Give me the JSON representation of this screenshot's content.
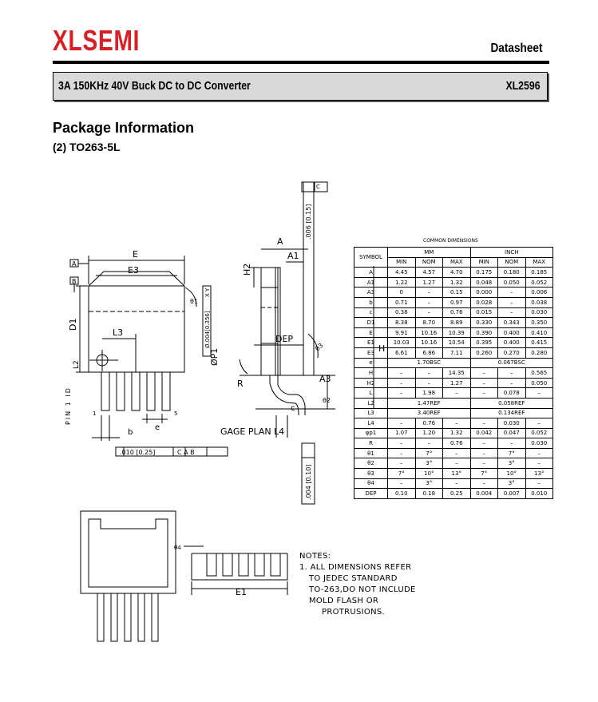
{
  "header": {
    "logo": "XLSEMI",
    "doc_type": "Datasheet",
    "title": "3A 150KHz 40V Buck DC to DC Converter",
    "part": "XL2596"
  },
  "section": {
    "title": "Package Information",
    "subtitle": "(2) TO263-5L"
  },
  "drawing_labels": {
    "E": "E",
    "E3": "E3",
    "A": "A",
    "A1": "A1",
    "A3": "A3",
    "H": "H",
    "H2": "H2",
    "D1": "D1",
    "L2": "L2",
    "L3": "L3",
    "L4": "L4",
    "E1": "E1",
    "b": "b",
    "e": "e",
    "c": "c",
    "R": "R",
    "DEP": "DEP",
    "phiP1": "ØP1",
    "theta1": "θ1",
    "theta2": "θ2",
    "theta3": "θ3",
    "theta4": "θ4",
    "datum_a": "A",
    "datum_b": "B",
    "datum_c": "C",
    "pin1": "PIN 1 ID",
    "gage_plane": "GAGE PLAN",
    "pin_num_1": "1",
    "pin_num_5": "5",
    "tol_top": ".006 [0.15]",
    "tol_bottom": ".004 [0.10]",
    "tol_phi": "Ø.004[0.356]",
    "tol_phi_ref": "X Y",
    "fcf_b": ".010 [0.25]",
    "fcf_b_refs": "C A B"
  },
  "table": {
    "caption": "COMMON DIMENSIONS",
    "symbol_header": "SYMBOL",
    "unit_mm": "MM",
    "unit_inch": "INCH",
    "col_headers": [
      "MIN",
      "NOM",
      "MAX",
      "MIN",
      "NOM",
      "MAX"
    ],
    "rows": [
      {
        "sym": "A",
        "vals": [
          "4.45",
          "4.57",
          "4.70",
          "0.175",
          "0.180",
          "0.185"
        ]
      },
      {
        "sym": "A1",
        "vals": [
          "1.22",
          "1.27",
          "1.32",
          "0.048",
          "0.050",
          "0.052"
        ]
      },
      {
        "sym": "A3",
        "vals": [
          "0",
          "–",
          "0.15",
          "0.000",
          "–",
          "0.006"
        ]
      },
      {
        "sym": "b",
        "vals": [
          "0.71",
          "–",
          "0.97",
          "0.028",
          "–",
          "0.038"
        ]
      },
      {
        "sym": "c",
        "vals": [
          "0.38",
          "–",
          "0.76",
          "0.015",
          "–",
          "0.030"
        ]
      },
      {
        "sym": "D1",
        "vals": [
          "8.38",
          "8.70",
          "8.89",
          "0.330",
          "0.343",
          "0.350"
        ]
      },
      {
        "sym": "E",
        "vals": [
          "9.91",
          "10.16",
          "10.39",
          "0.390",
          "0.400",
          "0.410"
        ]
      },
      {
        "sym": "E1",
        "vals": [
          "10.03",
          "10.16",
          "10.54",
          "0.395",
          "0.400",
          "0.415"
        ]
      },
      {
        "sym": "E3",
        "vals": [
          "6.61",
          "6.86",
          "7.11",
          "0.260",
          "0.270",
          "0.280"
        ]
      },
      {
        "sym": "e",
        "mm_span": "1.70BSC",
        "inch_span": "0.067BSC"
      },
      {
        "sym": "H",
        "vals": [
          "–",
          "–",
          "14.35",
          "–",
          "–",
          "0.565"
        ]
      },
      {
        "sym": "H2",
        "vals": [
          "–",
          "–",
          "1.27",
          "–",
          "–",
          "0.050"
        ]
      },
      {
        "sym": "L",
        "vals": [
          "–",
          "1.98",
          "–",
          "–",
          "0.078",
          "–"
        ]
      },
      {
        "sym": "L2",
        "mm_span": "1.47REF",
        "inch_span": "0.058REF"
      },
      {
        "sym": "L3",
        "mm_span": "3.40REF",
        "inch_span": "0.134REF"
      },
      {
        "sym": "L4",
        "vals": [
          "–",
          "0.76",
          "–",
          "–",
          "0.030",
          "–"
        ]
      },
      {
        "sym": "φp1",
        "vals": [
          "1.07",
          "1.20",
          "1.32",
          "0.042",
          "0.047",
          "0.052"
        ]
      },
      {
        "sym": "R",
        "vals": [
          "–",
          "–",
          "0.76",
          "–",
          "–",
          "0.030"
        ]
      },
      {
        "sym": "θ1",
        "vals": [
          "–",
          "7°",
          "–",
          "–",
          "7°",
          "–"
        ]
      },
      {
        "sym": "θ2",
        "vals": [
          "–",
          "3°",
          "–",
          "–",
          "3°",
          "–"
        ]
      },
      {
        "sym": "θ3",
        "vals": [
          "7°",
          "10°",
          "13°",
          "7°",
          "10°",
          "13°"
        ]
      },
      {
        "sym": "θ4",
        "vals": [
          "–",
          "3°",
          "–",
          "–",
          "3°",
          "–"
        ]
      },
      {
        "sym": "DEP",
        "vals": [
          "0.10",
          "0.18",
          "0.25",
          "0.004",
          "0.007",
          "0.010"
        ]
      }
    ]
  },
  "notes": [
    "NOTES:",
    "1. ALL DIMENSIONS REFER",
    "   TO JEDEC STANDARD",
    "   TO-263,DO NOT INCLUDE",
    "   MOLD FLASH OR",
    "      PROTRUSIONS."
  ],
  "colors": {
    "logo": "#d81f26",
    "banner_bg": "#d9d9d9"
  }
}
